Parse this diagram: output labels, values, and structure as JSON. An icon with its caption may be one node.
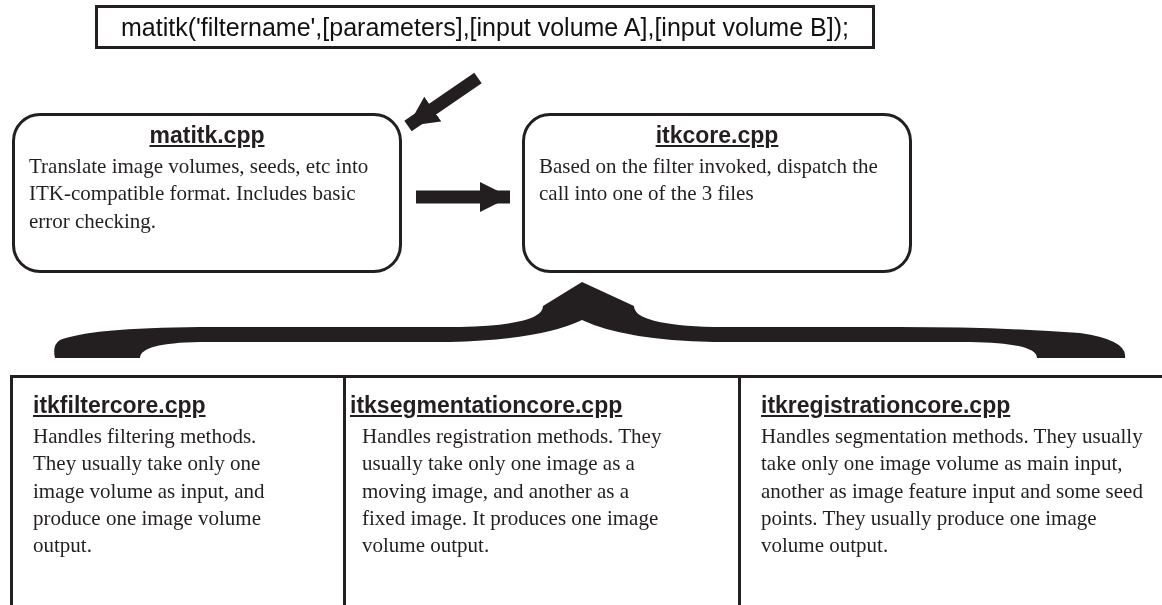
{
  "diagram": {
    "nodes": [
      {
        "text": [
          "matitk('filtername',[parameters],[input volume A],[input volume B]);"
        ]
      },
      {
        "text": [
          "matitk.cpp",
          "Translate image volumes, seeds, etc into ITK-compatible format. Includes basic error checking."
        ]
      },
      {
        "text": [
          "itkcore.cpp",
          "Based on the filter invoked, dispatch the call into one of the 3 files"
        ]
      },
      {
        "text": [],
        "shape": "brace"
      },
      {
        "text": [
          "itkfiltercore.cpp",
          "Handles filtering methods. They usually take only one image volume as input, and produce one image volume output."
        ]
      },
      {
        "text": [
          "itksegmentationcore.cpp",
          "Handles registration methods. They usually take only one image as a moving image, and another as a fixed image. It produces one image volume output."
        ]
      },
      {
        "text": [
          "itkregistrationcore.cpp",
          "Handles segmentation methods. They usually take only one image volume as main input, another as image feature input and some seed points. They usually produce one image volume output."
        ]
      }
    ],
    "edges": [
      {
        "from": null,
        "to": 1,
        "arrow": "to"
      },
      {
        "from": 1,
        "to": 2,
        "arrow": "to"
      }
    ]
  }
}
